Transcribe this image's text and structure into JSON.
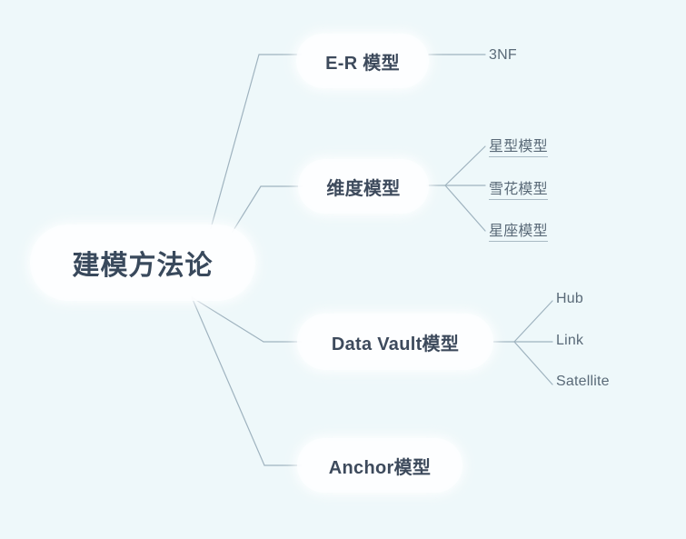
{
  "diagram": {
    "type": "mind-map",
    "title": "建模方法论",
    "background_color": "#eef8fa",
    "node_fill_color": "#fdfeff",
    "root_text_color": "#39495c",
    "branch_text_color": "#3d4a5c",
    "leaf_text_color": "#5a6a78",
    "connector_color": "#9fb3bf",
    "root": {
      "label": "建模方法论"
    },
    "branches": [
      {
        "label": "E-R 模型",
        "leaves": [
          {
            "label": "3NF",
            "underlined": false
          }
        ]
      },
      {
        "label": "维度模型",
        "leaves": [
          {
            "label": "星型模型",
            "underlined": true
          },
          {
            "label": "雪花模型",
            "underlined": true
          },
          {
            "label": "星座模型",
            "underlined": true
          }
        ]
      },
      {
        "label": "Data Vault模型",
        "leaves": [
          {
            "label": "Hub",
            "underlined": false
          },
          {
            "label": "Link",
            "underlined": false
          },
          {
            "label": "Satellite",
            "underlined": false
          }
        ]
      },
      {
        "label": "Anchor模型",
        "leaves": []
      }
    ]
  }
}
